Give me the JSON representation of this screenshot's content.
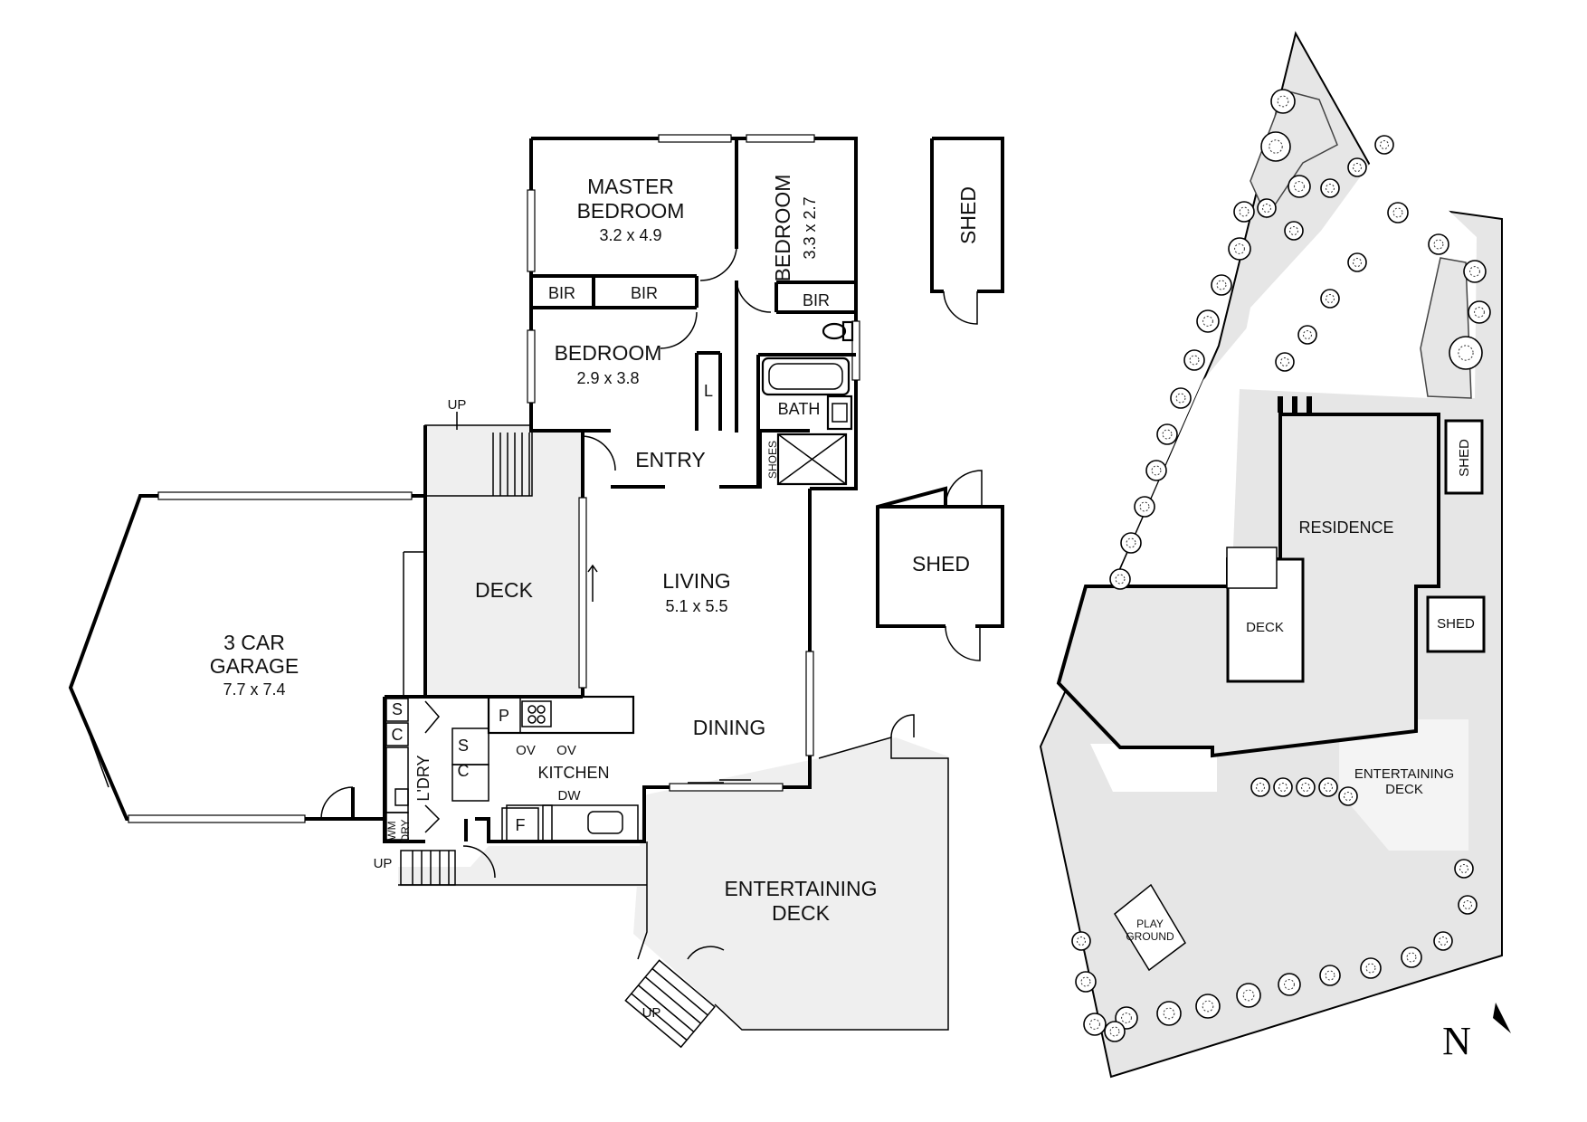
{
  "floorplan": {
    "rooms": {
      "master_bedroom": {
        "name_line1": "MASTER",
        "name_line2": "BEDROOM",
        "size": "3.2 x 4.9"
      },
      "bedroom_2": {
        "name": "BEDROOM",
        "size": "3.3 x 2.7"
      },
      "bedroom_3": {
        "name": "BEDROOM",
        "size": "2.9 x 3.8"
      },
      "bir_1": "BIR",
      "bir_2": "BIR",
      "bir_3": "BIR",
      "linen": "L",
      "bath": "BATH",
      "shoes": "SHOES",
      "entry": "ENTRY",
      "living": {
        "name": "LIVING",
        "size": "5.1 x 5.5"
      },
      "dining": "DINING",
      "kitchen": "KITCHEN",
      "deck": "DECK",
      "garage": {
        "name_line1": "3 CAR",
        "name_line2": "GARAGE",
        "size": "7.7 x 7.4"
      },
      "laundry": "L'DRY",
      "entertaining_deck": {
        "name_line1": "ENTERTAINING",
        "name_line2": "DECK"
      },
      "shed_top": "SHED",
      "shed_mid": "SHED"
    },
    "fixtures": {
      "s1": "S",
      "c1": "C",
      "s2": "S",
      "c2": "C",
      "pantry": "P",
      "ov1": "OV",
      "ov2": "OV",
      "dw": "DW",
      "fridge": "F",
      "wm": "WM",
      "dry": "DRY"
    },
    "stairs": {
      "up1": "UP",
      "up2": "UP",
      "up3": "UP"
    }
  },
  "siteplan": {
    "residence": "RESIDENCE",
    "deck": "DECK",
    "shed_1": "SHED",
    "shed_2": "SHED",
    "entertaining_line1": "ENTERTAINING",
    "entertaining_line2": "DECK",
    "play_line1": "PLAY",
    "play_line2": "GROUND"
  },
  "north_label": "N"
}
